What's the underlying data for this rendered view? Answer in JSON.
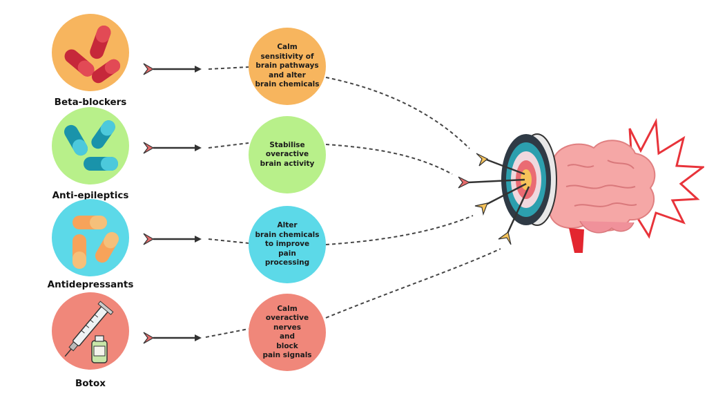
{
  "rows": [
    {
      "drug": "Beta-blockers",
      "effect": "Calm\nsensitivity of\nbrain pathways\nand alter\nbrain chemicals",
      "drug_color": "#f7b55e",
      "effect_color": "#f7b55e",
      "icon": "capsule-icon"
    },
    {
      "drug": "Anti-epileptics",
      "effect": "Stabilise\noveractive\nbrain activity",
      "drug_color": "#b8f08a",
      "effect_color": "#b8f08a",
      "icon": "capsule-icon"
    },
    {
      "drug": "Antidepressants",
      "effect": "Alter\nbrain chemicals\nto improve\npain\nprocessing",
      "drug_color": "#5cd9e8",
      "effect_color": "#5cd9e8",
      "icon": "capsule-icon"
    },
    {
      "drug": "Botox",
      "effect": "Calm\noveractive nerves\nand\nblock\npain signals",
      "drug_color": "#f0877a",
      "effect_color": "#f0877a",
      "icon": "syringe-icon"
    }
  ],
  "target": {
    "icon": "dartboard-target-icon",
    "ring_colors": [
      "#2f3a45",
      "#2c9fae",
      "#f0d8de",
      "#ea6b73",
      "#f6c35a"
    ]
  },
  "brain": {
    "icon": "brain-icon",
    "color": "#f5a7a6",
    "burst_color": "#e8333a"
  }
}
